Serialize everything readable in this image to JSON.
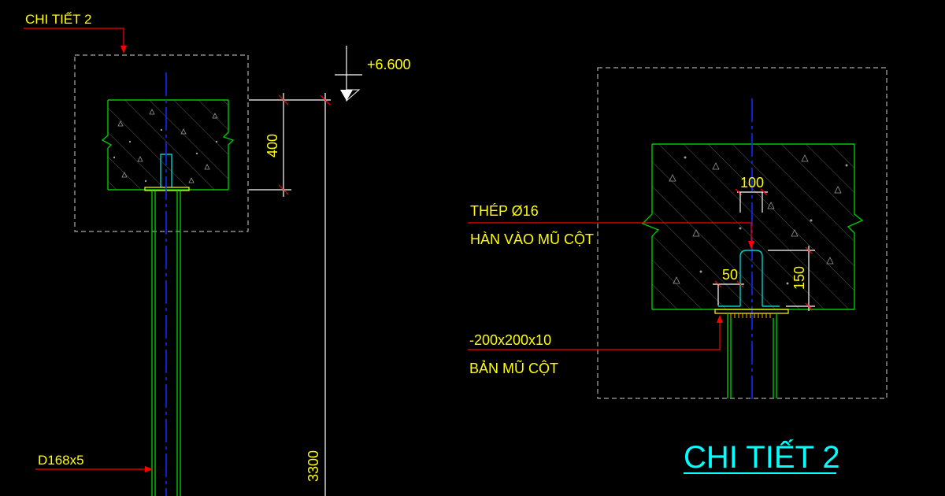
{
  "labels": {
    "detail_callout": "CHI TIẾT 2",
    "elevation": "+6.600",
    "dim_400": "400",
    "dim_3300": "3300",
    "pipe": "D168x5",
    "dim_100": "100",
    "dim_50": "50",
    "dim_150": "150",
    "rebar_line1": "THÉP Ø16",
    "rebar_line2": "HÀN VÀO MŨ CỘT",
    "plate_line1": "-200x200x10",
    "plate_line2": "BẢN MŨ CỘT",
    "detail_title": "CHI TIẾT 2"
  },
  "colors": {
    "background": "#000000",
    "annotation": "#ffff00",
    "title": "#00ffff",
    "leader": "#ff0000",
    "concrete_outline": "#00c800",
    "centerline": "#0a2cff"
  }
}
